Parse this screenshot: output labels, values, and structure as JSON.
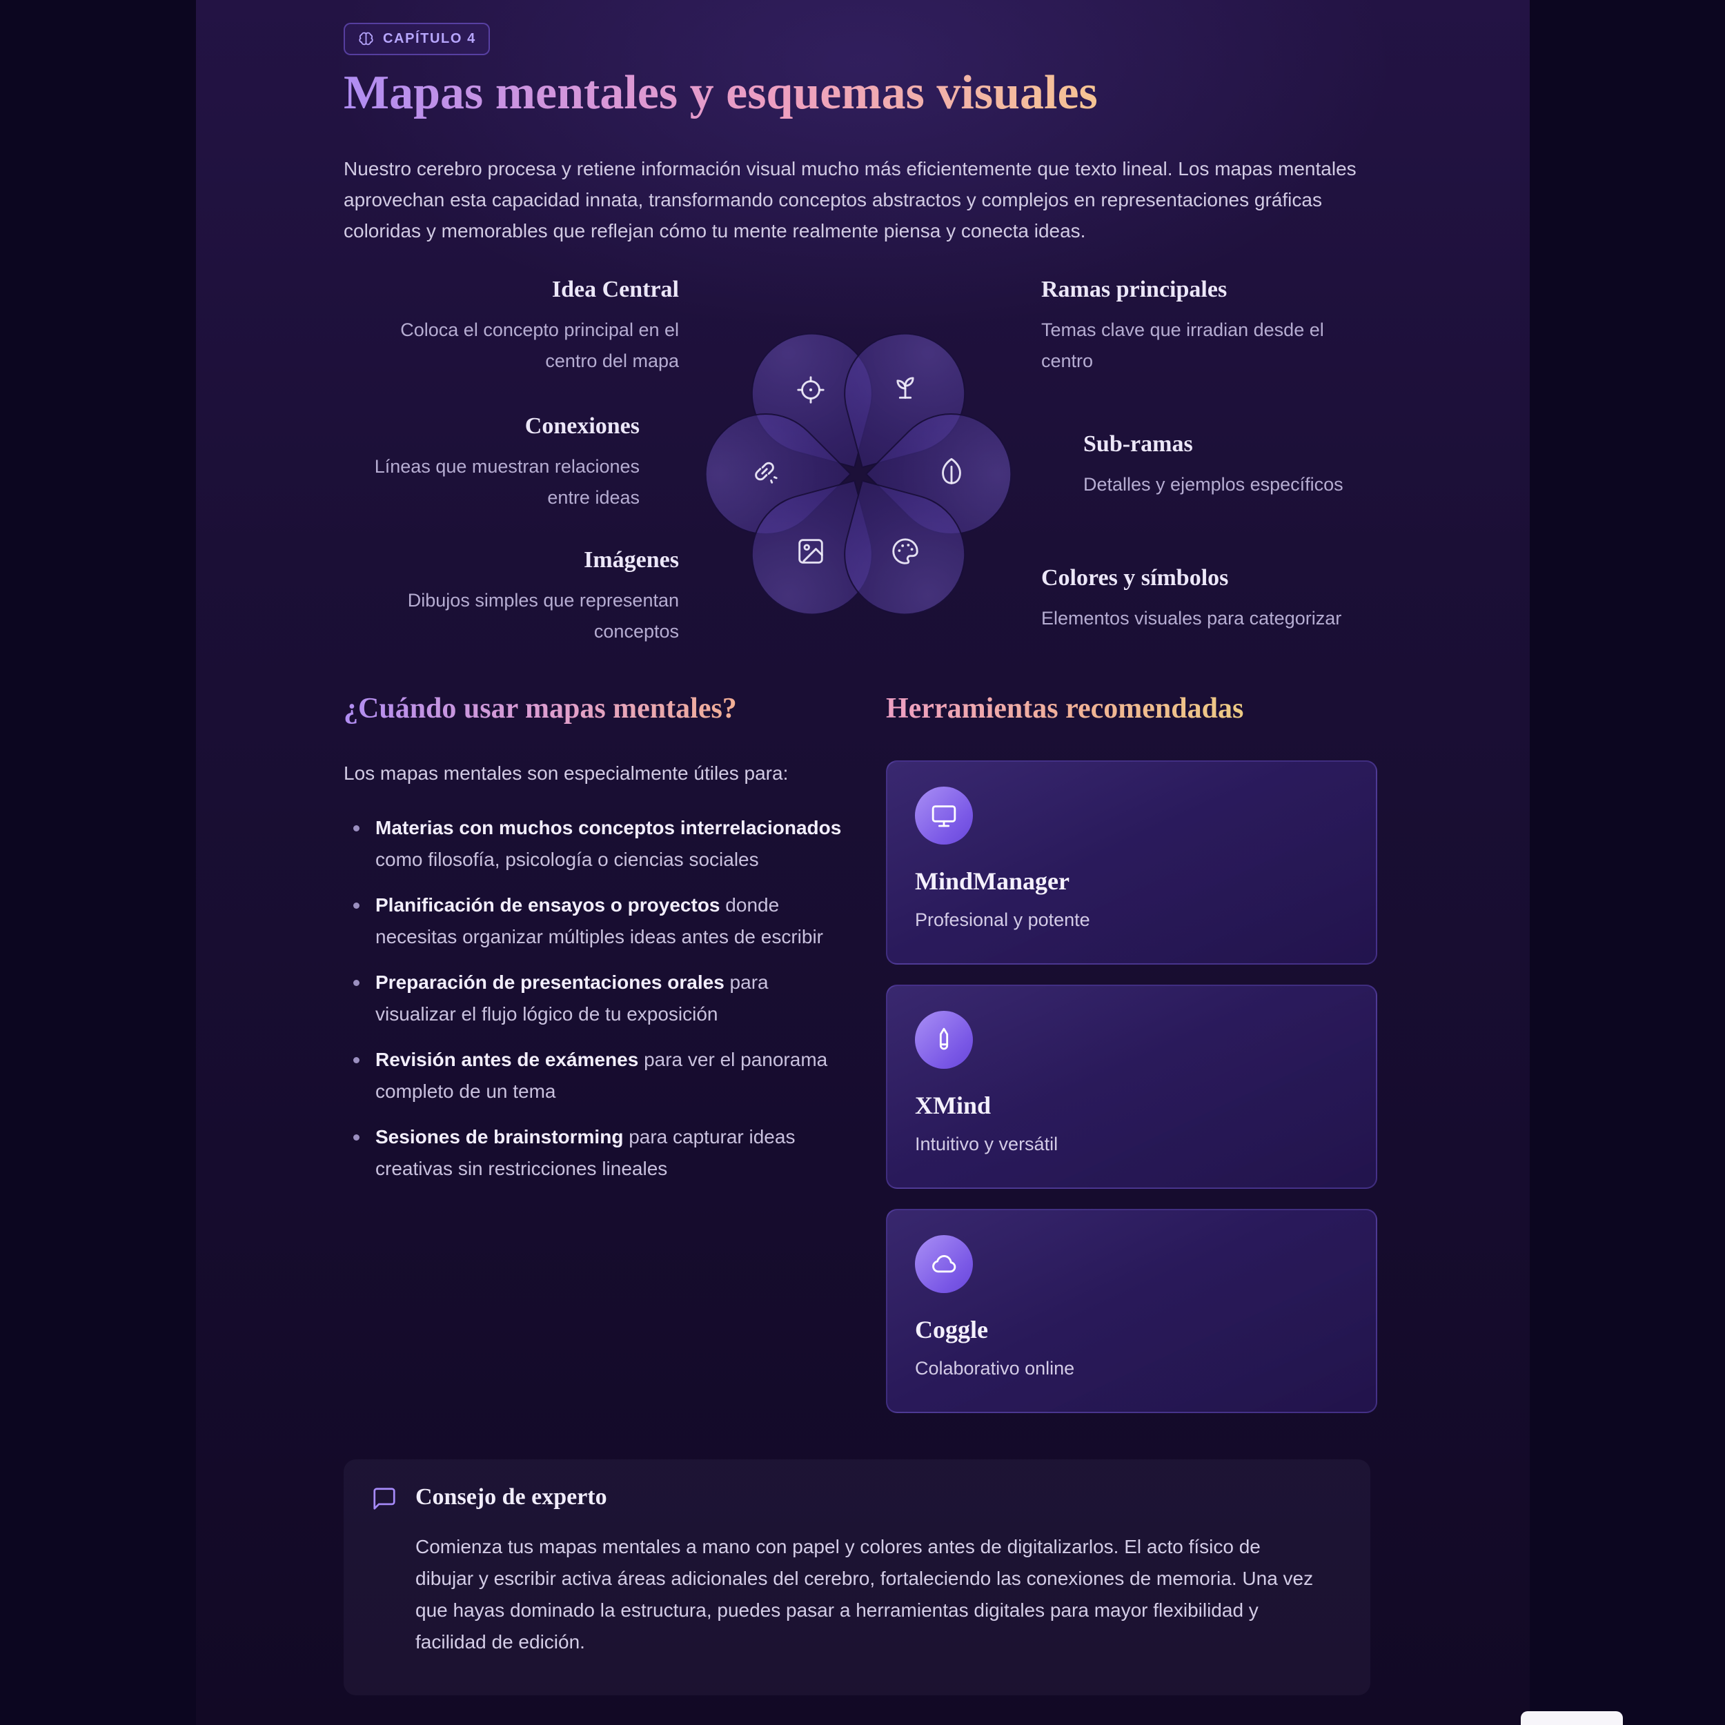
{
  "header": {
    "badge": "CAPÍTULO 4",
    "badge_icon": "brain-icon",
    "title": "Mapas mentales y esquemas visuales",
    "intro": "Nuestro cerebro procesa y retiene información visual mucho más eficientemente que texto lineal. Los mapas mentales aprovechan esta capacidad innata, transformando conceptos abstractos y complejos en representaciones gráficas coloridas y memorables que reflejan cómo tu mente realmente piensa y conecta ideas."
  },
  "diagram": {
    "items": [
      {
        "title": "Idea Central",
        "description": "Coloca el concepto principal en el centro del mapa",
        "icon": "target-icon",
        "side": "left"
      },
      {
        "title": "Ramas principales",
        "description": "Temas clave que irradian desde el centro",
        "icon": "sprout-icon",
        "side": "right"
      },
      {
        "title": "Conexiones",
        "description": "Líneas que muestran relaciones entre ideas",
        "icon": "link-icon",
        "side": "left"
      },
      {
        "title": "Sub-ramas",
        "description": "Detalles y ejemplos específicos",
        "icon": "leaf-icon",
        "side": "right"
      },
      {
        "title": "Imágenes",
        "description": "Dibujos simples que representan conceptos",
        "icon": "image-icon",
        "side": "left"
      },
      {
        "title": "Colores y símbolos",
        "description": "Elementos visuales para categorizar",
        "icon": "palette-icon",
        "side": "right"
      }
    ]
  },
  "when_to_use": {
    "heading": "¿Cuándo usar mapas mentales?",
    "intro": "Los mapas mentales son especialmente útiles para:",
    "items": [
      {
        "bold": "Materias con muchos conceptos interrelacionados",
        "rest": " como filosofía, psicología o ciencias sociales"
      },
      {
        "bold": "Planificación de ensayos o proyectos",
        "rest": " donde necesitas organizar múltiples ideas antes de escribir"
      },
      {
        "bold": "Preparación de presentaciones orales",
        "rest": " para visualizar el flujo lógico de tu exposición"
      },
      {
        "bold": "Revisión antes de exámenes",
        "rest": " para ver el panorama completo de un tema"
      },
      {
        "bold": "Sesiones de brainstorming",
        "rest": " para capturar ideas creativas sin restricciones lineales"
      }
    ]
  },
  "tools": {
    "heading": "Herramientas recomendadas",
    "items": [
      {
        "name": "MindManager",
        "description": "Profesional y potente",
        "icon": "monitor-icon"
      },
      {
        "name": "XMind",
        "description": "Intuitivo y versátil",
        "icon": "pen-icon"
      },
      {
        "name": "Coggle",
        "description": "Colaborativo online",
        "icon": "cloud-icon"
      }
    ]
  },
  "expert_tip": {
    "heading": "Consejo de experto",
    "icon": "quote-bubble-icon",
    "body": "Comienza tus mapas mentales a mano con papel y colores antes de digitalizarlos. El acto físico de dibujar y escribir activa áreas adicionales del cerebro, fortaleciendo las conexiones de memoria. Una vez que hayas dominado la estructura, puedes pasar a herramientas digitales para mayor flexibilidad y facilidad de edición."
  },
  "colors": {
    "accent_purple": "#a78bfa",
    "title_gradient_start": "#b08df2",
    "title_gradient_mid": "#ee9fc0",
    "title_gradient_end": "#f6c493",
    "page_background": "#160c2e",
    "petal_fill": "#46329a",
    "body_text": "#d2cbe4"
  }
}
